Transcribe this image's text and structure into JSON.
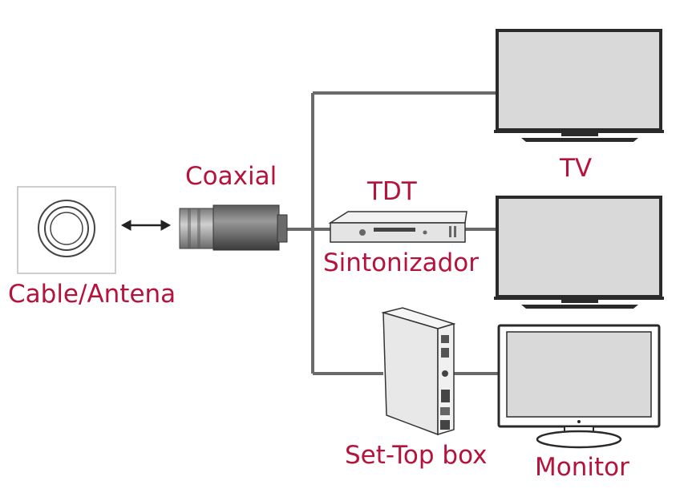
{
  "colors": {
    "label": "#b5123c",
    "line": "#6a6a6a",
    "screen": "#d9d9d9",
    "device": "#e8e8e8",
    "outline": "#2a2a2a"
  },
  "icons": {
    "wall_outlet": "wall-socket-icon",
    "coax": "coaxial-connector-icon",
    "tv": "flat-tv-icon",
    "tuner": "dtt-tuner-icon",
    "stb": "set-top-box-icon",
    "monitor": "monitor-icon"
  },
  "labels": {
    "cable_antenna": "Cable/Antena",
    "coaxial": "Coaxial",
    "tdt": "TDT",
    "sintonizador": "Sintonizador",
    "tv": "TV",
    "set_top_box": "Set-Top box",
    "monitor": "Monitor"
  }
}
